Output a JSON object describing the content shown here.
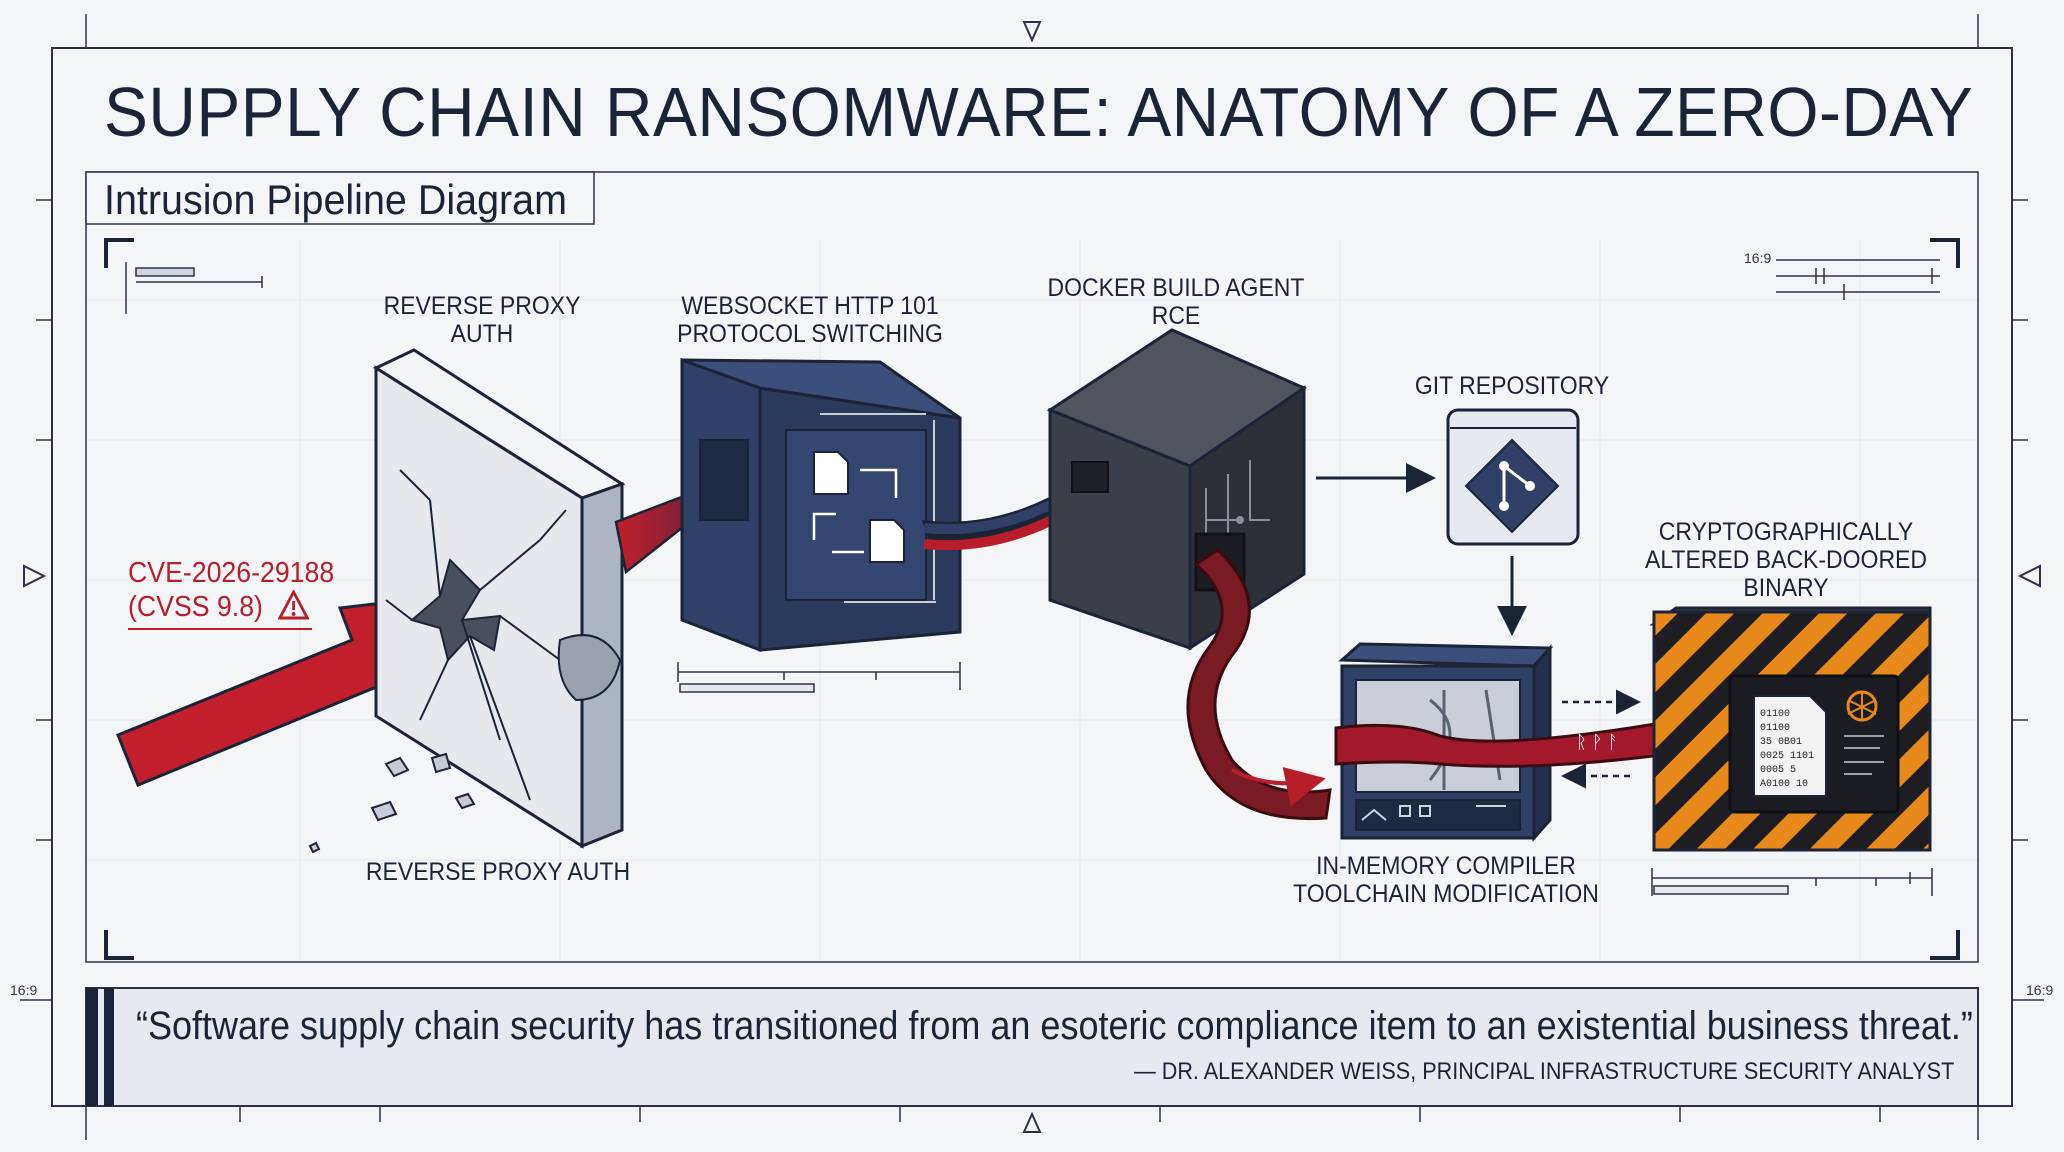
{
  "title": "SUPPLY CHAIN RANSOMWARE: ANATOMY OF A ZERO-DAY",
  "subtitle": "Intrusion Pipeline Diagram",
  "aspect_label": "16:9",
  "nodes": [
    {
      "label_line1": "REVERSE PROXY",
      "label_line2": "AUTH",
      "bottom_label": "REVERSE PROXY AUTH",
      "icon": "cracked-wall-icon"
    },
    {
      "label_line1": "WEBSOCKET HTTP 101",
      "label_line2": "PROTOCOL SWITCHING",
      "icon": "server-rack-icon"
    },
    {
      "label_line1": "DOCKER BUILD AGENT",
      "label_line2": "RCE",
      "icon": "build-agent-box-icon"
    },
    {
      "label_line1": "GIT REPOSITORY",
      "icon": "git-logo-icon"
    },
    {
      "label_line1": "IN-MEMORY COMPILER",
      "label_line2": "TOOLCHAIN MODIFICATION",
      "icon": "compiler-machine-icon"
    },
    {
      "label_line1": "CRYPTOGRAPHICALLY",
      "label_line2": "ALTERED BACK-DOORED",
      "label_line3": "BINARY",
      "icon": "biohazard-container-icon"
    }
  ],
  "cve": {
    "id": "CVE-2026-29188",
    "score": "(CVSS 9.8)",
    "icon": "warning-triangle-icon"
  },
  "quote": {
    "text": "“Software supply chain security has transitioned from an esoteric compliance item to an existential business threat.”",
    "attribution": "— DR. ALEXANDER WEISS, PRINCIPAL INFRASTRUCTURE SECURITY ANALYST"
  },
  "colors": {
    "navy": "#1b2436",
    "accent_red": "#c21f2d",
    "panel": "#e6e9ef",
    "hazard_orange": "#e8891c"
  }
}
